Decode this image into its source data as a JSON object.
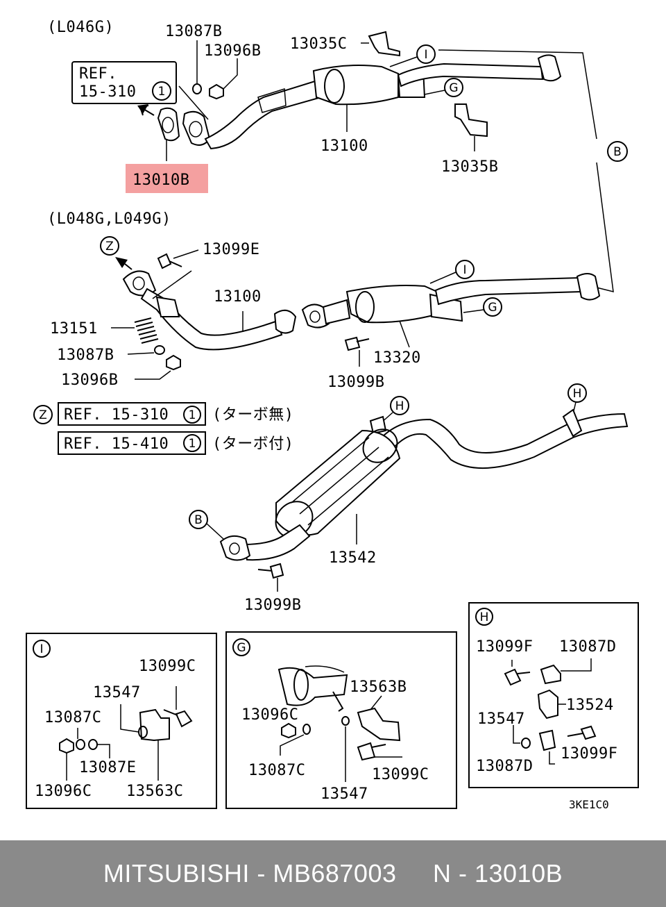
{
  "sections": {
    "l046g": "(L046G)",
    "l048g": "(L048G,L049G)"
  },
  "ref_box": {
    "line1": "REF.",
    "line2": "15-310",
    "circle": "1"
  },
  "highlight": {
    "label": "13010B",
    "color": "#f4a0a0"
  },
  "parts": {
    "p13087B_top": "13087B",
    "p13096B_top": "13096B",
    "p13035C": "13035C",
    "p13100_top": "13100",
    "p13035B": "13035B",
    "p13099E": "13099E",
    "p13100_mid": "13100",
    "p13151": "13151",
    "p13087B_mid": "13087B",
    "p13096B_mid": "13096B",
    "p13320": "13320",
    "p13099B_mid": "13099B",
    "p13542": "13542",
    "p13099B_low": "13099B"
  },
  "callouts": {
    "I": "I",
    "G": "G",
    "B": "B",
    "H": "H",
    "Z": "Z"
  },
  "refs": [
    {
      "text": "REF. 15-310",
      "circle": "1",
      "note": "(ターボ無)"
    },
    {
      "text": "REF. 15-410",
      "circle": "1",
      "note": "(ターボ付)"
    }
  ],
  "detail_I": {
    "tag": "I",
    "labels": {
      "a": "13099C",
      "b": "13547",
      "c": "13087C",
      "d": "13087E",
      "e": "13096C",
      "f": "13563C"
    }
  },
  "detail_G": {
    "tag": "G",
    "labels": {
      "a": "13563B",
      "b": "13096C",
      "c": "13087C",
      "d": "13099C",
      "e": "13547"
    }
  },
  "detail_H": {
    "tag": "H",
    "labels": {
      "a": "13099F",
      "b": "13087D",
      "c": "13524",
      "d": "13547",
      "e": "13087D",
      "f": "13099F"
    }
  },
  "diagram_code": "3KE1C0",
  "footer": {
    "text": "MITSUBISHI - MB687003     N - 13010B",
    "bg": "#8a8a8a"
  }
}
